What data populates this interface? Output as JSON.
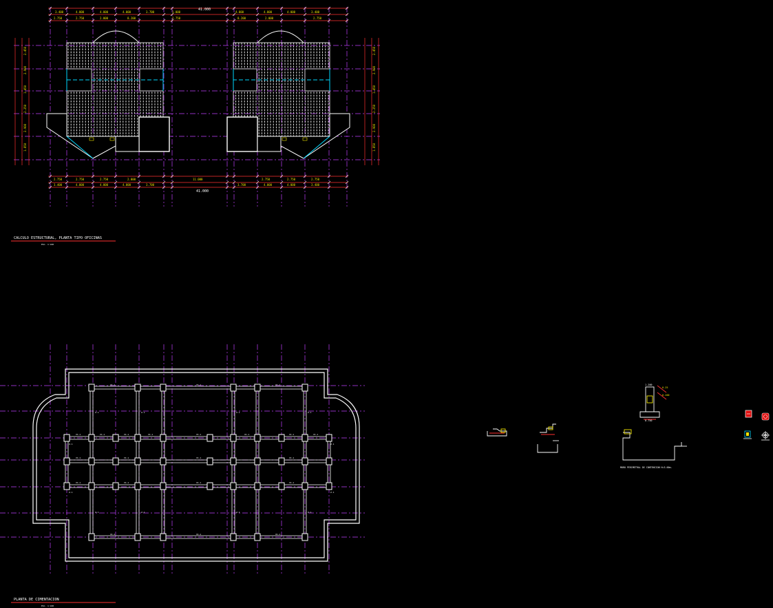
{
  "drawing": {
    "background": "#000000",
    "colors": {
      "axis": "#c040ff",
      "dim": "#ff3030",
      "dim_text": "#f2e600",
      "outline": "#ffffff",
      "accent": "#00d8ff"
    },
    "top_plan": {
      "title": "CALCULO ESTRUCTURAL, PLANTA TIPO OFICINAS",
      "scale": "ESC. 1:100",
      "overall_dim": "41.000",
      "dims_top_row1": [
        "3.400",
        "4.000",
        "4.000",
        "4.000",
        "3.700",
        "1.000",
        "4.000",
        "4.000",
        "4.000",
        "3.400"
      ],
      "dims_top_row2": [
        "2.750",
        "2.750",
        "2.000",
        "8.200",
        "2.750",
        "8.200",
        "2.000",
        "2.750"
      ],
      "dims_bottom_row1": [
        "2.750",
        "2.750",
        "2.750",
        "2.000",
        "11.000",
        "2.750",
        "2.750",
        "2.750"
      ],
      "dims_bottom_row2": [
        "3.400",
        "4.000",
        "4.000",
        "4.000",
        "3.700",
        "3.700",
        "4.000",
        "4.000",
        "3.400"
      ],
      "dims_side": [
        "2.450",
        "2.900",
        "1.450",
        "2.250",
        "2.900",
        "1.850"
      ]
    },
    "foundation_plan": {
      "title": "PLANTA DE CIMENTACION",
      "scale": "ESC. 1:100",
      "beam_tag": "VC-1",
      "footing_tag": "Z-1"
    },
    "details": {
      "wall_note": "MURO PERIMETRAL DE CONTENCION H=3.00m.",
      "wall_dims": [
        "1.200",
        "0.25",
        "0.200",
        "0.750"
      ]
    },
    "legend": {
      "symbols": [
        "red-square-symbol",
        "red-circle-symbol",
        "column-symbol",
        "gear-symbol"
      ]
    }
  }
}
